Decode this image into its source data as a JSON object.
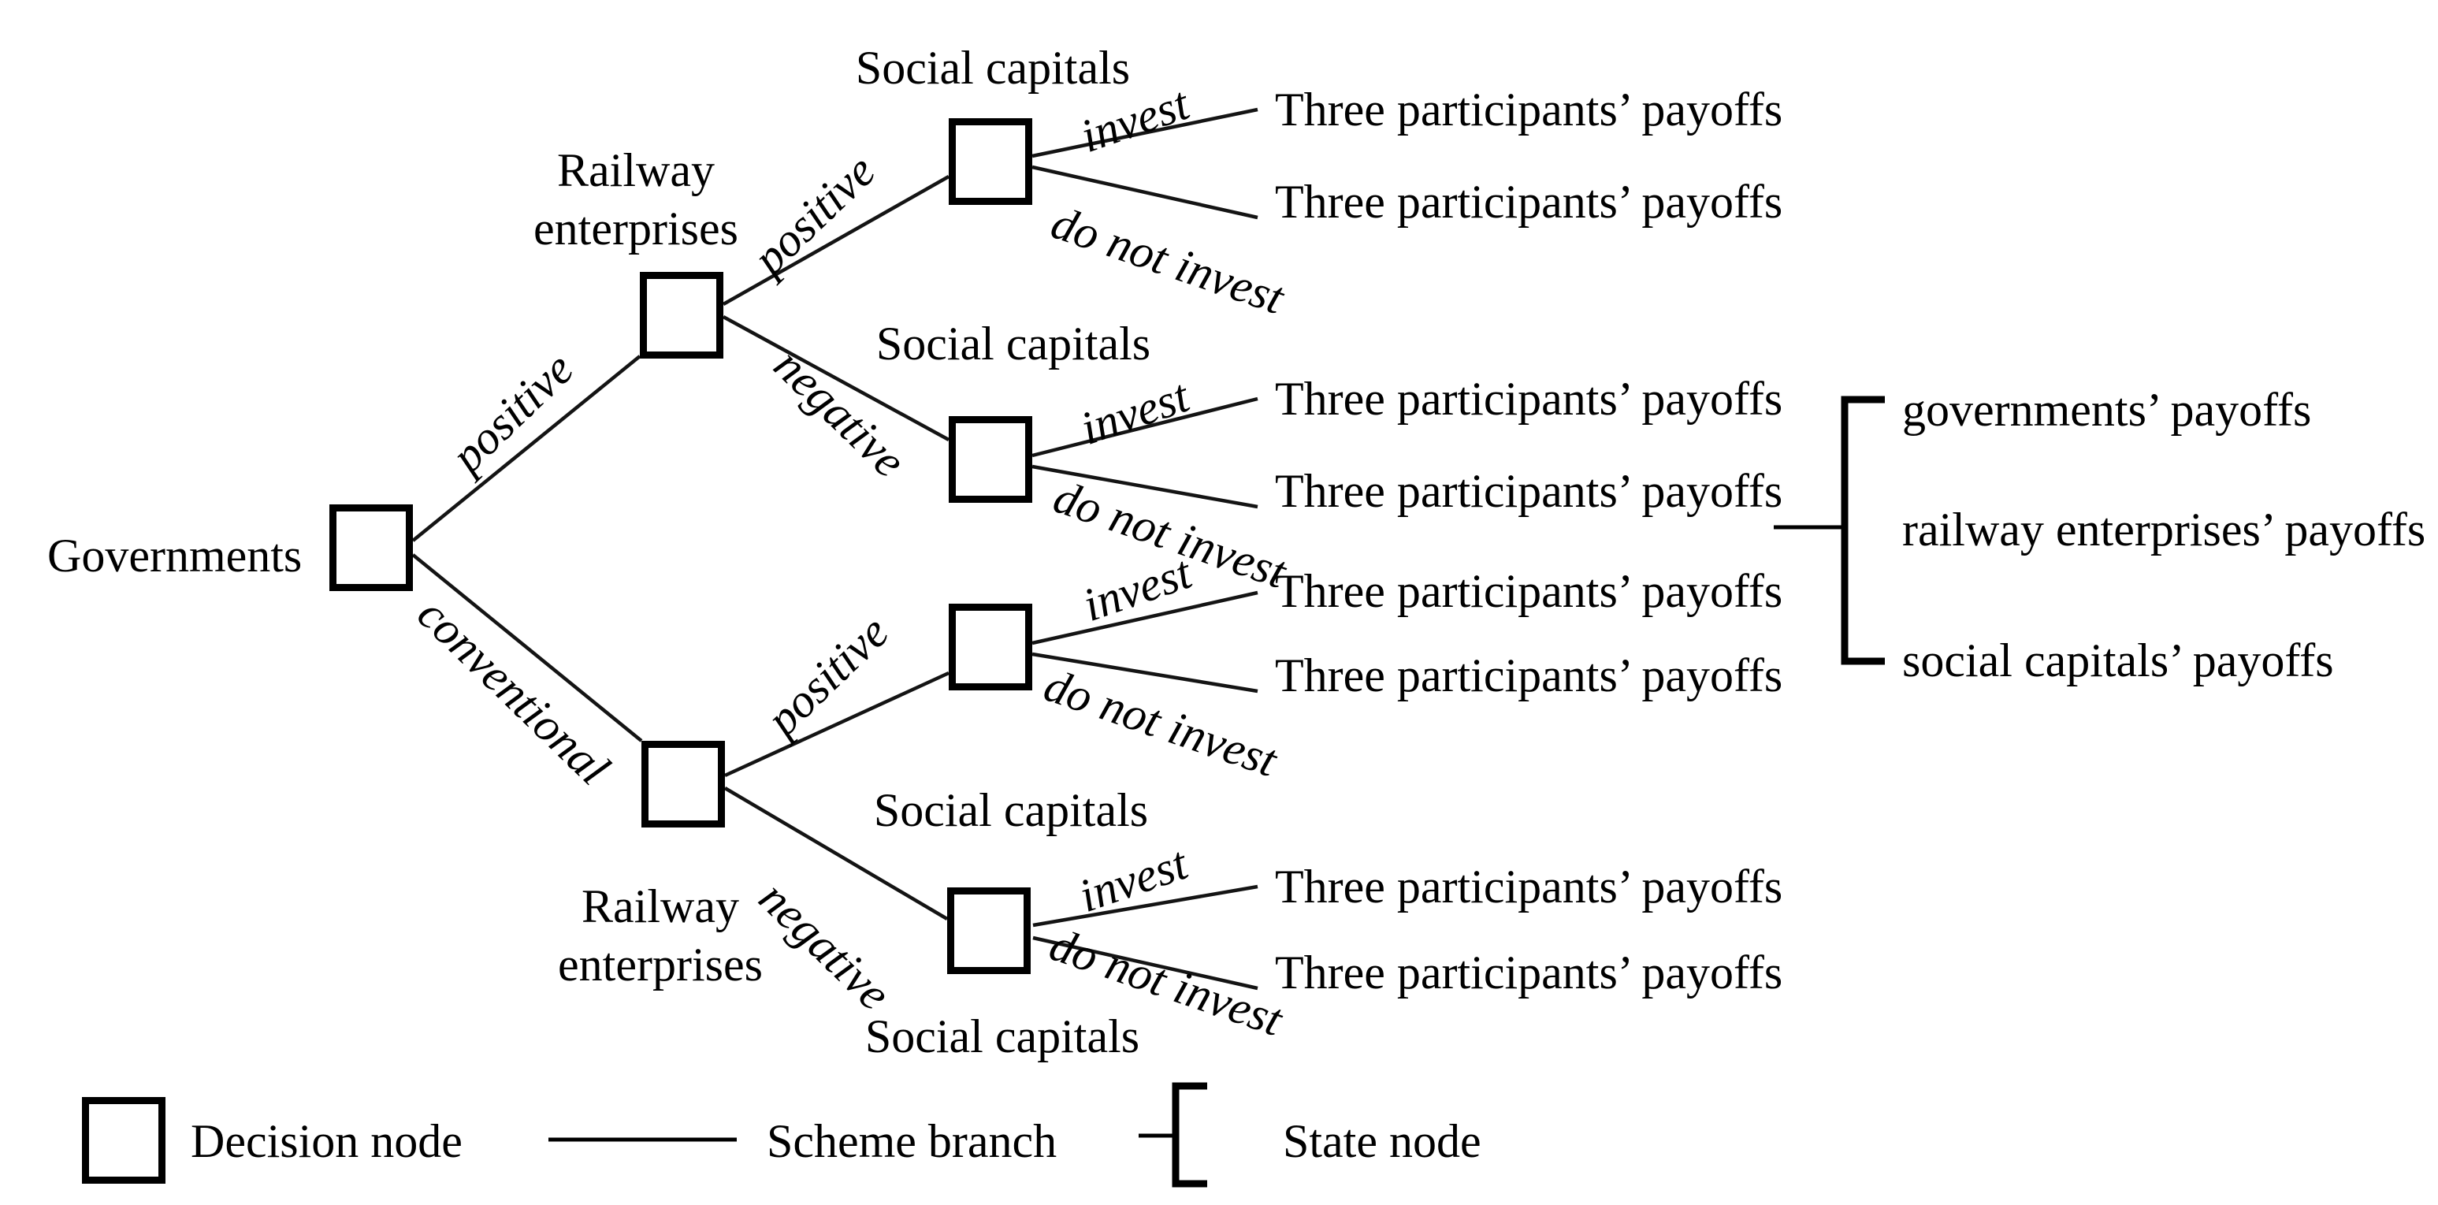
{
  "figure": {
    "root": {
      "label": "Governments",
      "branches": [
        {
          "label": "positive"
        },
        {
          "label": "conventional"
        }
      ]
    },
    "railway_nodes": [
      {
        "label_line1": "Railway",
        "label_line2": "enterprises",
        "branches": [
          {
            "label": "positive"
          },
          {
            "label": "negative"
          }
        ]
      },
      {
        "label_line1": "Railway",
        "label_line2": "enterprises",
        "branches": [
          {
            "label": "positive"
          },
          {
            "label": "negative"
          }
        ]
      }
    ],
    "social_nodes": [
      {
        "label": "Social capitals",
        "branches": [
          {
            "label": "invest"
          },
          {
            "label": "do not invest"
          }
        ]
      },
      {
        "label": "Social capitals",
        "branches": [
          {
            "label": "invest"
          },
          {
            "label": "do not invest"
          }
        ]
      },
      {
        "label": "Social capitals",
        "branches": [
          {
            "label": "invest"
          },
          {
            "label": "do not invest"
          }
        ]
      },
      {
        "label": "Social capitals",
        "branches": [
          {
            "label": "invest"
          },
          {
            "label": "do not invest"
          }
        ]
      }
    ],
    "outcomes": [
      {
        "branch": "invest",
        "label": "Three participants’ payoffs"
      },
      {
        "branch": "do not invest",
        "label": "Three participants’ payoffs"
      },
      {
        "branch": "invest",
        "label": "Three participants’ payoffs"
      },
      {
        "branch": "do not invest",
        "label": "Three participants’ payoffs"
      },
      {
        "branch": "invest",
        "label": "Three participants’ payoffs"
      },
      {
        "branch": "do not invest",
        "label": "Three participants’ payoffs"
      },
      {
        "branch": "invest",
        "label": "Three participants’ payoffs"
      },
      {
        "branch": "do not invest",
        "label": "Three participants’ payoffs"
      }
    ],
    "state_bracket": {
      "items": [
        "governments’ payoffs",
        "railway enterprises’ payoffs",
        "social capitals’ payoffs"
      ]
    },
    "legend": {
      "decision_node": "Decision node",
      "scheme_branch": "Scheme branch",
      "state_node": "State node"
    },
    "colors": {
      "ink": "#000000",
      "background": "#ffffff"
    }
  }
}
